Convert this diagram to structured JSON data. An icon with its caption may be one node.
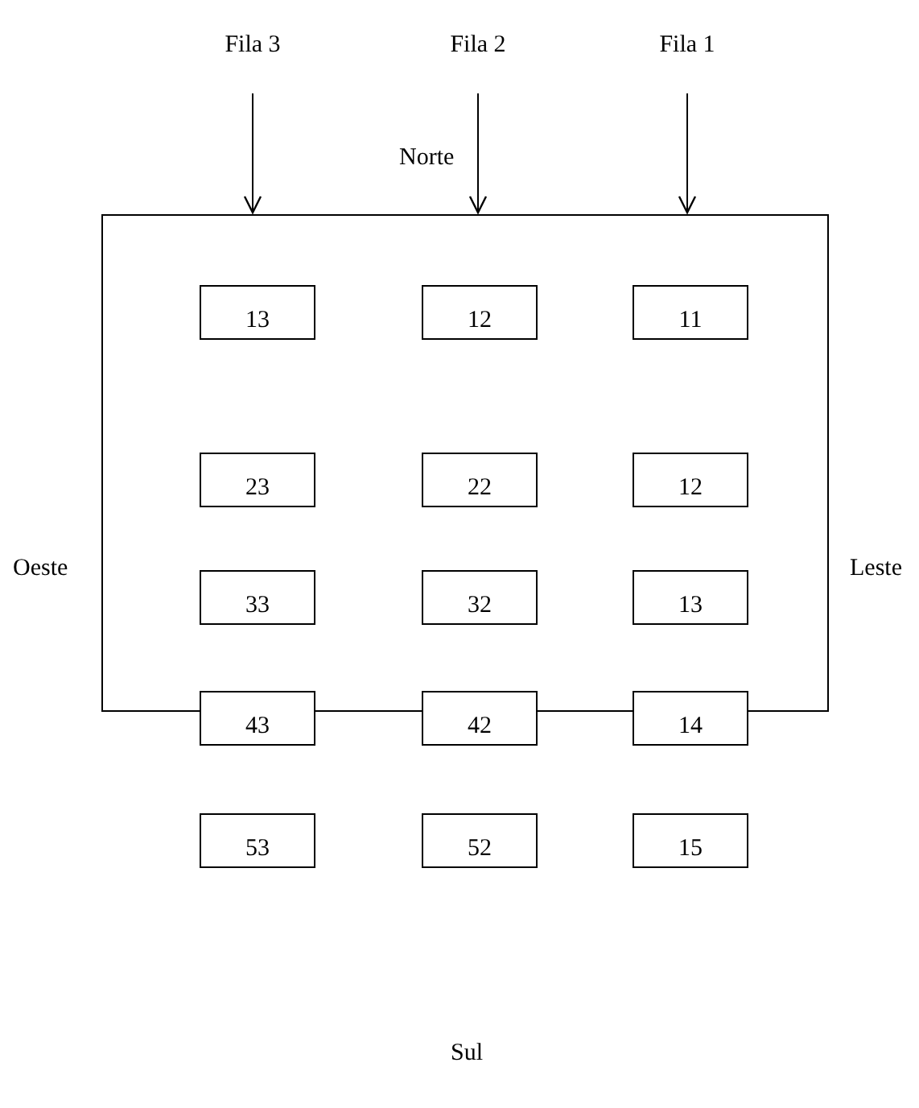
{
  "diagram": {
    "nodes": [
      {
        "text": [
          "Fila 3"
        ]
      },
      {
        "text": [
          "Fila 2"
        ]
      },
      {
        "text": [
          "Fila 1"
        ]
      },
      {
        "text": [],
        "shape": "box"
      },
      {
        "text": [
          "13"
        ],
        "in": 3
      },
      {
        "text": [
          "12"
        ],
        "in": 3
      },
      {
        "text": [
          "11"
        ],
        "in": 3
      },
      {
        "text": [
          "23"
        ],
        "in": 3
      },
      {
        "text": [
          "22"
        ],
        "in": 3
      },
      {
        "text": [
          "12"
        ],
        "in": 3
      },
      {
        "text": [
          "33"
        ],
        "in": 3
      },
      {
        "text": [
          "32"
        ],
        "in": 3
      },
      {
        "text": [
          "13"
        ],
        "in": 3
      },
      {
        "text": [
          "43"
        ]
      },
      {
        "text": [
          "42"
        ]
      },
      {
        "text": [
          "14"
        ]
      },
      {
        "text": [
          "53"
        ]
      },
      {
        "text": [
          "52"
        ]
      },
      {
        "text": [
          "15"
        ]
      }
    ],
    "edges": [
      {
        "from": 0,
        "to": 3,
        "arrow": "to"
      },
      {
        "from": 1,
        "to": 3,
        "arrow": "to"
      },
      {
        "from": 2,
        "to": 3,
        "arrow": "to"
      }
    ],
    "labels": [
      "Norte",
      "Oeste",
      "Leste",
      "Sul"
    ]
  }
}
